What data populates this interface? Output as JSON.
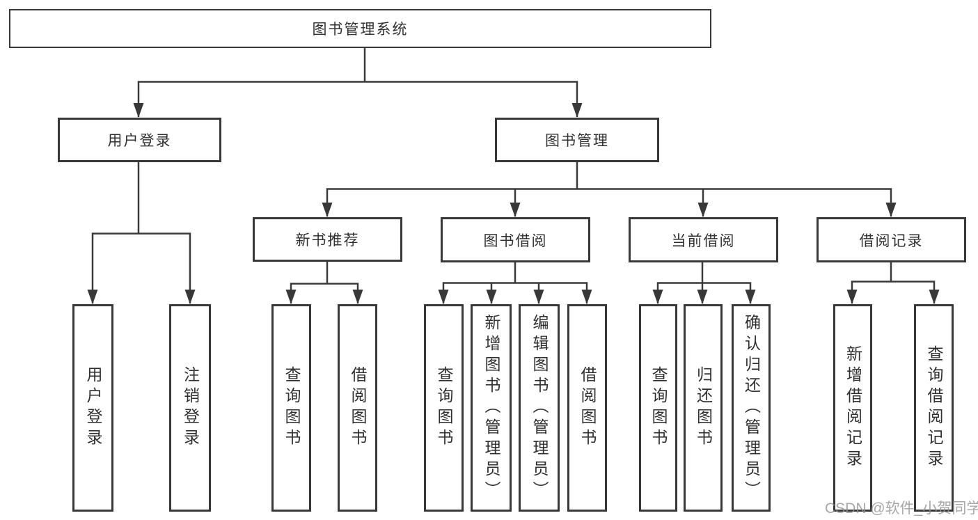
{
  "diagram": {
    "type": "hierarchy-tree",
    "nodes": {
      "root": {
        "label": "图书管理系统"
      },
      "user_login": {
        "label": "用户登录",
        "children": [
          {
            "label": "用户登录"
          },
          {
            "label": "注销登录"
          }
        ]
      },
      "book_management": {
        "label": "图书管理",
        "children": [
          {
            "label": "新书推荐",
            "children": [
              {
                "label": "查询图书"
              },
              {
                "label": "借阅图书"
              }
            ]
          },
          {
            "label": "图书借阅",
            "children": [
              {
                "label": "查询图书"
              },
              {
                "label": "新增图书（管理员）"
              },
              {
                "label": "编辑图书（管理员）"
              },
              {
                "label": "借阅图书"
              }
            ]
          },
          {
            "label": "当前借阅",
            "children": [
              {
                "label": "查询图书"
              },
              {
                "label": "归还图书"
              },
              {
                "label": "确认归还（管理员）"
              }
            ]
          },
          {
            "label": "借阅记录",
            "children": [
              {
                "label": "新增借阅记录"
              },
              {
                "label": "查询借阅记录"
              }
            ]
          }
        ]
      }
    },
    "colors": {
      "line": "#3a3a3a",
      "box_border": "#383838",
      "text": "#303030",
      "background": "#ffffff",
      "watermark": "#919191"
    }
  },
  "watermark": {
    "text": "CSDN @软件_小贺同学"
  }
}
